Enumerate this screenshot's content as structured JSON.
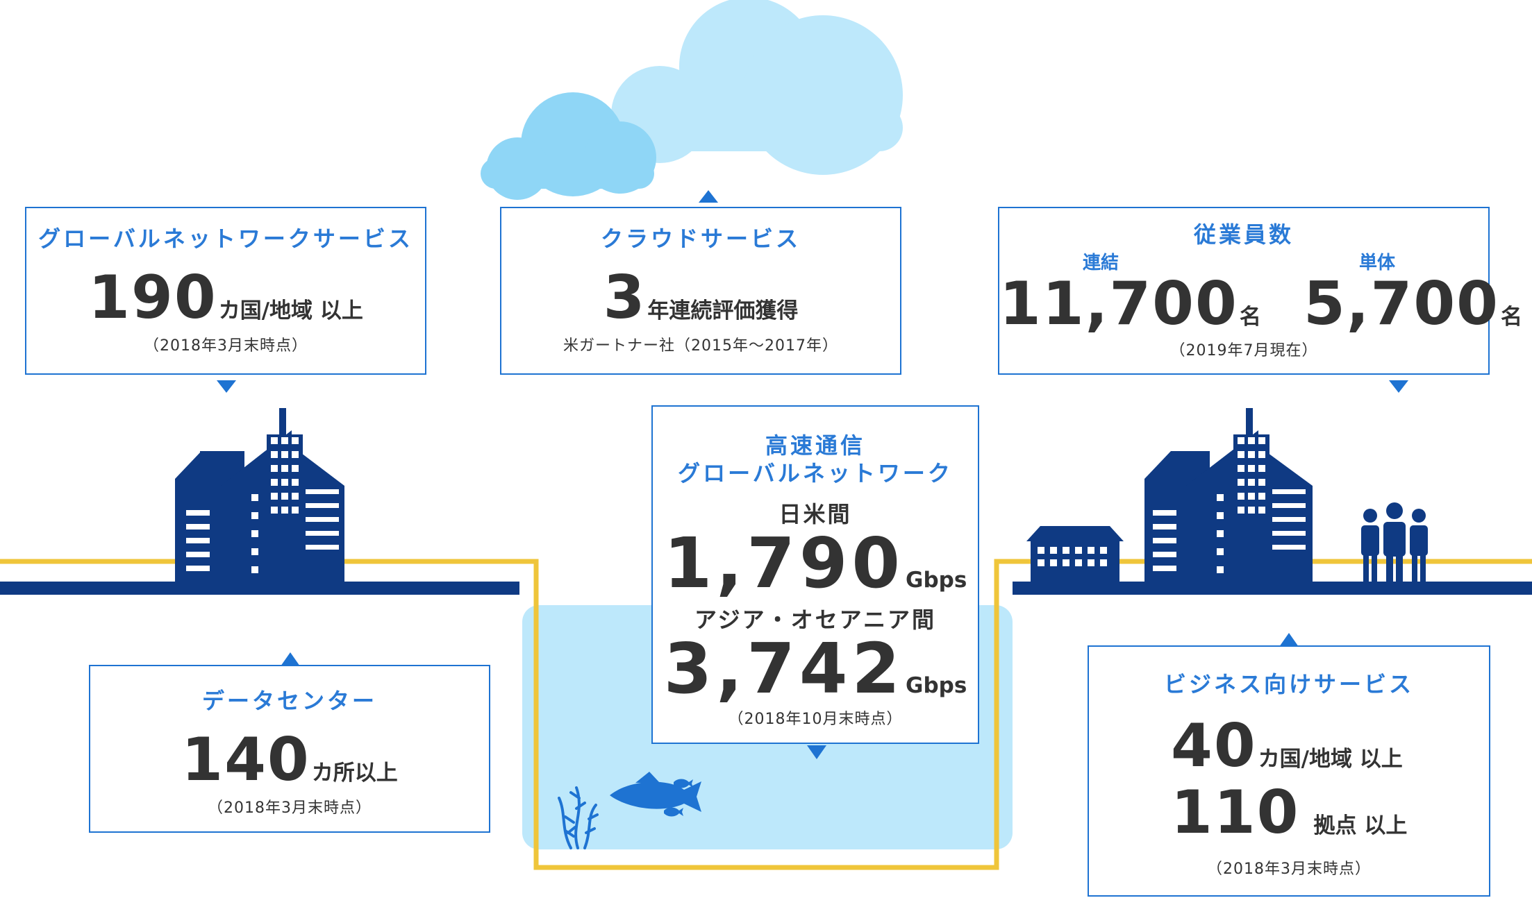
{
  "colors": {
    "accent": "#1e73d2",
    "heading": "#2a7ad6",
    "navy": "#0f3a83",
    "yellow": "#efc53a",
    "water": "#bde8fb",
    "cloud_light": "#bde8fb",
    "cloud_dark": "#8fd6f6"
  },
  "global_network": {
    "heading": "グローバルネットワークサービス",
    "value": "190",
    "unit": "カ国/地域 以上",
    "note": "（2018年3月末時点）"
  },
  "cloud": {
    "heading": "クラウドサービス",
    "value": "3",
    "unit": "年連続評価獲得",
    "note": "米ガートナー社（2015年〜2017年）"
  },
  "employees": {
    "heading": "従業員数",
    "consolidated_label": "連結",
    "consolidated_value": "11,700",
    "consolidated_unit": "名",
    "single_label": "単体",
    "single_value": "5,700",
    "single_unit": "名",
    "note": "（2019年7月現在）"
  },
  "highspeed": {
    "heading_line1": "高速通信",
    "heading_line2": "グローバルネットワーク",
    "route1_label": "日米間",
    "route1_value": "1,790",
    "route1_unit": "Gbps",
    "route2_label": "アジア・オセアニア間",
    "route2_value": "3,742",
    "route2_unit": "Gbps",
    "note": "（2018年10月末時点）"
  },
  "datacenter": {
    "heading": "データセンター",
    "value": "140",
    "unit": "カ所以上",
    "note": "（2018年3月末時点）"
  },
  "business": {
    "heading": "ビジネス向けサービス",
    "value1": "40",
    "unit1": "カ国/地域 以上",
    "value2": "110",
    "unit2": "拠点 以上",
    "note": "（2018年3月末時点）"
  },
  "icons": [
    "cloud-icon",
    "office-building-icon",
    "school-building-icon",
    "people-icon",
    "seaweed-icon",
    "fish-icon"
  ]
}
